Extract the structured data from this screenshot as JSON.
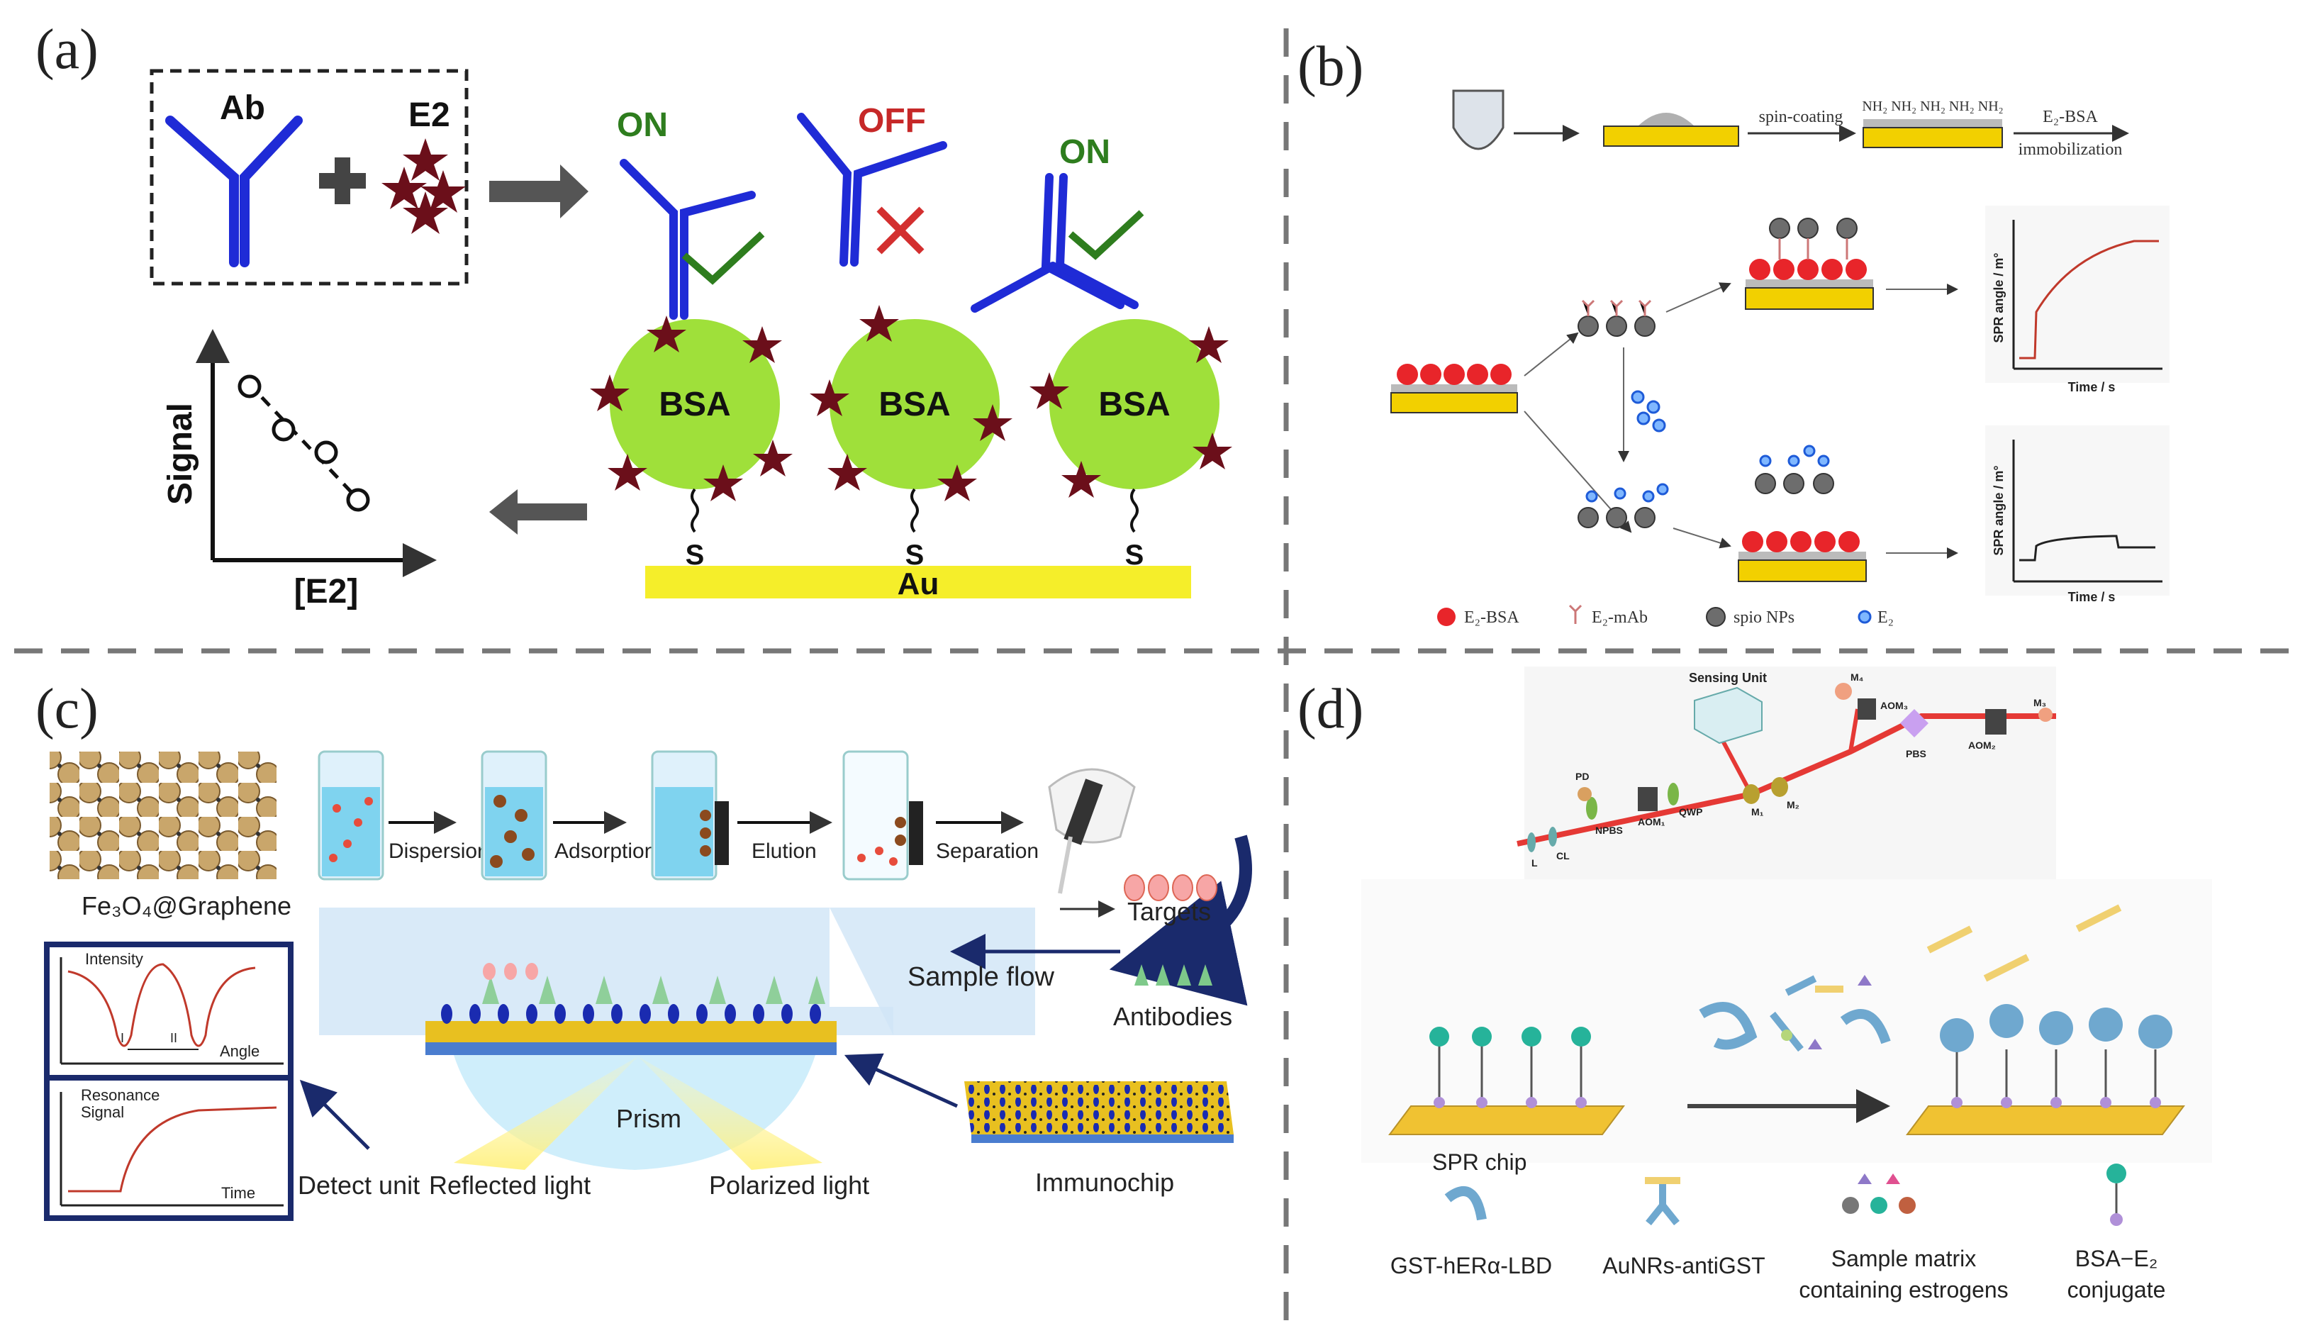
{
  "panels": {
    "a": {
      "label": "(a)",
      "ab": "Ab",
      "e2": "E2",
      "on1": "ON",
      "off": "OFF",
      "on2": "ON",
      "bsa": [
        "BSA",
        "BSA",
        "BSA"
      ],
      "s": [
        "S",
        "S",
        "S"
      ],
      "au": "Au",
      "signal": "Signal",
      "xaxis": "[E2]"
    },
    "b": {
      "label": "(b)",
      "spin": "spin-coating",
      "nh2": "NH₂ NH₂ NH₂ NH₂ NH₂",
      "e2bsa_top": "E₂-BSA",
      "immob": "immobilization",
      "ylabel1": "SPR angle / m°",
      "xlabel1": "Time / s",
      "ylabel2": "SPR angle / m°",
      "xlabel2": "Time / s",
      "legend": [
        "E₂-BSA",
        "E₂-mAb",
        "spio NPs",
        "E₂"
      ]
    },
    "c": {
      "label": "(c)",
      "material": "Fe₃O₄@Graphene",
      "steps": [
        "Dispersion",
        "Adsorption",
        "Elution",
        "Separation"
      ],
      "targets": "Targets",
      "sample_flow": "Sample flow",
      "antibodies": "Antibodies",
      "intensity": "Intensity",
      "angle": "Angle",
      "peak1": "I",
      "peak2": "II",
      "resonance": "Resonance",
      "signal": "Signal",
      "time": "Time",
      "detect": "Detect unit",
      "reflected": "Reflected light",
      "prism": "Prism",
      "polarized": "Polarized light",
      "immunochip": "Immunochip"
    },
    "d": {
      "label": "(d)",
      "sensing_unit": "Sensing Unit",
      "optics": [
        "PD",
        "L",
        "CL",
        "NPBS",
        "AOM₁",
        "QWP",
        "M₁",
        "M₂",
        "PBS",
        "AOM₂",
        "M₃",
        "M₄",
        "AOM₃"
      ],
      "spr_chip": "SPR chip",
      "legend": [
        "GST-hERα-LBD",
        "AuNRs-antiGST",
        "Sample matrix",
        "containing estrogens",
        "BSA−E₂",
        "conjugate"
      ]
    }
  }
}
